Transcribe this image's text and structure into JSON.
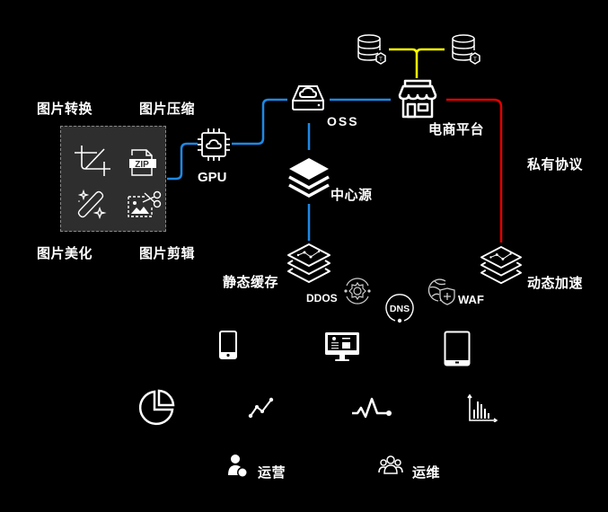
{
  "colors": {
    "background": "#000000",
    "foreground": "#ffffff",
    "oss_link": "#1e88e5",
    "db_link": "#ffff00",
    "private_link": "#e00000",
    "panel_bg": "#2e2e2e",
    "panel_border": "#888888"
  },
  "image_tools": {
    "labels": {
      "convert": "图片转换",
      "compress": "图片压缩",
      "beautify": "图片美化",
      "crop": "图片剪辑"
    },
    "zip_text": "ZIP",
    "icons": [
      "crop-icon",
      "zip-file-icon",
      "magic-wand-icon",
      "image-cut-icon"
    ]
  },
  "nodes": {
    "gpu": "GPU",
    "oss": "OSS",
    "ecommerce": "电商平台",
    "origin": "中心源",
    "static_cache": "静态缓存",
    "dynamic_accel": "动态加速",
    "private_protocol": "私有协议",
    "ddos": "DDOS",
    "dns": "DNS",
    "waf": "WAF"
  },
  "devices": [
    "phone-icon",
    "desktop-icon",
    "tablet-icon"
  ],
  "analytics": [
    "pie-chart-icon",
    "line-chart-icon",
    "pulse-icon",
    "bar-chart-icon"
  ],
  "roles": {
    "operations": "运营",
    "maintenance": "运维"
  }
}
